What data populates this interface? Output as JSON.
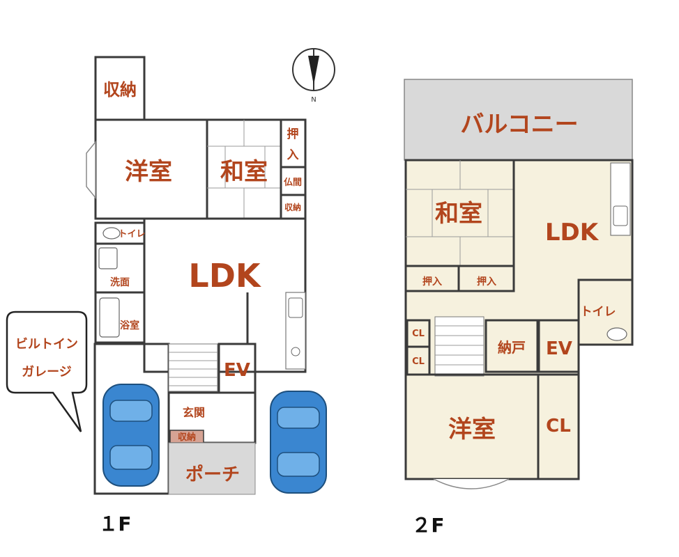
{
  "colors": {
    "room": "#f6f1de",
    "storage": "#d6a394",
    "tatami": "#e9ecd5",
    "gray": "#d9d9d9",
    "wet": "#dfeef7",
    "label": "#b2451d",
    "wall": "#3a3a3a",
    "car": "#3a86d0"
  },
  "compass": {
    "north": "N"
  },
  "floor1": {
    "floor_label": "１F",
    "rooms": {
      "shuno_top": "収納",
      "yoshitsu": "洋室",
      "washitsu": "和室",
      "oshi": "押",
      "iri": "入",
      "butsuma": "仏間",
      "shuno_side": "収納",
      "toilet": "トイレ",
      "senmen": "洗面",
      "yokushitsu": "浴室",
      "ldk": "LDK",
      "ev": "EV",
      "genkan": "玄関",
      "shuno_genkan": "収納",
      "porch": "ポーチ"
    },
    "callout": {
      "line1": "ビルトイン",
      "line2": "ガレージ"
    }
  },
  "floor2": {
    "floor_label": "２F",
    "rooms": {
      "balcony": "バルコニー",
      "washitsu": "和室",
      "ldk": "LDK",
      "oshiire1": "押入",
      "oshiire2": "押入",
      "toilet": "トイレ",
      "cl1": "CL",
      "cl2": "CL",
      "nando": "納戸",
      "ev": "EV",
      "yoshitsu": "洋室",
      "cl_big": "CL"
    }
  }
}
